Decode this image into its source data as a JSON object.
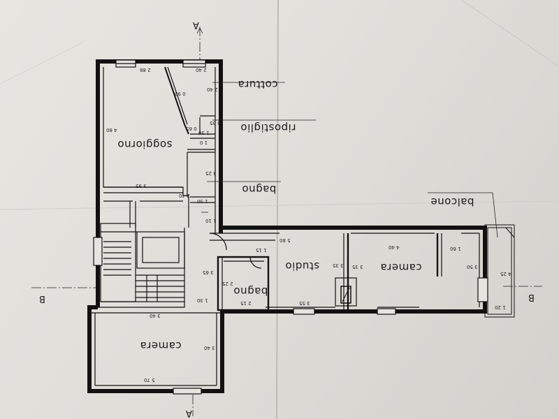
{
  "sections": {
    "a_top": "A",
    "a_bottom": "A",
    "b_left": "B",
    "b_right": "B"
  },
  "rooms": {
    "cottura": "cottura",
    "ripostiglio": "ripostiglio",
    "soggiorno": "soggiorno",
    "bagno_upper": "bagno",
    "balcone": "balcone",
    "studio": "studio",
    "camera_right": "camera",
    "bagno_lower": "bagno",
    "camera_left": "camera"
  },
  "dimensions": {
    "d_2_88": "2 88",
    "d_2_40_top": "2 40",
    "d_2_40_v": "2 40",
    "d_1_30a": "1 30",
    "d_0_65": "0 65",
    "d_0_90": "0 90",
    "d_4_80": "4 80",
    "d_1_0": "1 0",
    "d_3_95": "3 95",
    "d_3_25": "3 25",
    "d_2_40b": "2 40",
    "d_1_30b": "1 30",
    "d_1_10": "1 10",
    "d_5_80": "5 80",
    "d_1_15": "1 15",
    "d_1_60": "1 60",
    "d_4_40": "4 40",
    "d_3_35a": "3 35",
    "d_3_35b": "3 35",
    "d_3_50": "3 50",
    "d_4_25": "4 25",
    "d_3_65": "3 65",
    "d_2_25": "2 25",
    "d_2_15": "2 15",
    "d_1_30c": "1 30",
    "d_3_55": "3 55",
    "d_1_20": "1 20",
    "d_3_40": "3 40",
    "d_3_40b": "3 40",
    "d_5_70": "5 70"
  }
}
